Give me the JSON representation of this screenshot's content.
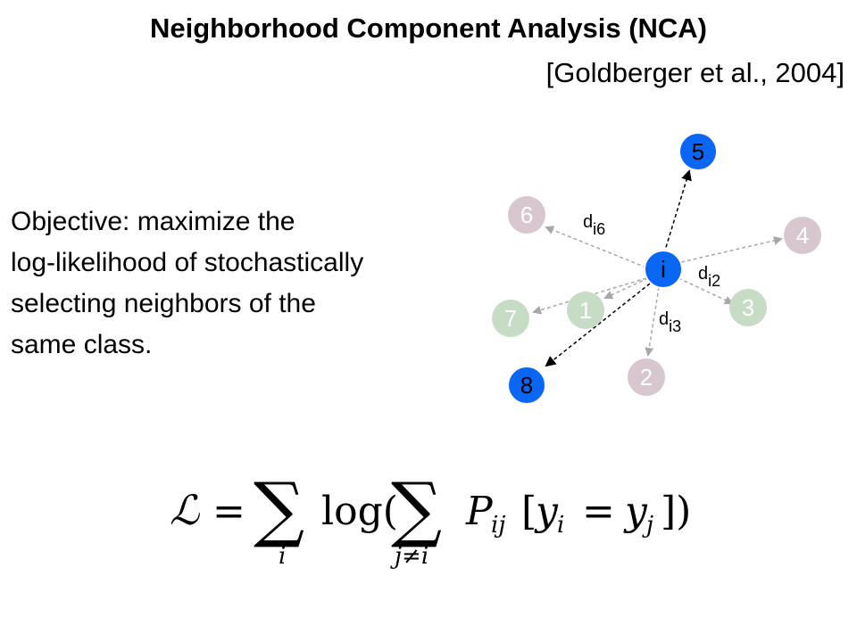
{
  "slide": {
    "title": "Neighborhood Component Analysis (NCA)",
    "citation": "[Goldberger et al., 2004]",
    "objective_lines": [
      "Objective: maximize the",
      "log-likelihood of stochastically",
      "selecting neighbors of the",
      "same class."
    ]
  },
  "diagram": {
    "center_label": "i",
    "neighbors": [
      {
        "label": "5",
        "class": "blue"
      },
      {
        "label": "6",
        "class": "pink"
      },
      {
        "label": "4",
        "class": "pink"
      },
      {
        "label": "1",
        "class": "green"
      },
      {
        "label": "3",
        "class": "green"
      },
      {
        "label": "7",
        "class": "green"
      },
      {
        "label": "8",
        "class": "blue"
      },
      {
        "label": "2",
        "class": "pink"
      }
    ],
    "distances": [
      {
        "base": "d",
        "sub": "i6"
      },
      {
        "base": "d",
        "sub": "i2"
      },
      {
        "base": "d",
        "sub": "i3"
      }
    ],
    "colors": {
      "blue": "#0a66f5",
      "pink": "#d9c7cf",
      "green": "#c7dcc4",
      "pink_text": "#ffffff",
      "green_text": "#ffffff",
      "blue_text": "#000000",
      "arrow_gray": "#a8a8a8",
      "arrow_dark": "#000000"
    }
  },
  "formula": {
    "lhs": "ℒ",
    "equals": "=",
    "sum_symbol": "∑",
    "outer_index": "i",
    "log_open": "log(",
    "inner_index": "j≠i",
    "prob": "P",
    "prob_sub": "ij",
    "bracket_open": "[",
    "y": "y",
    "y_sub_i": "i",
    "y_sub_j": "j",
    "bracket_close": "])"
  }
}
